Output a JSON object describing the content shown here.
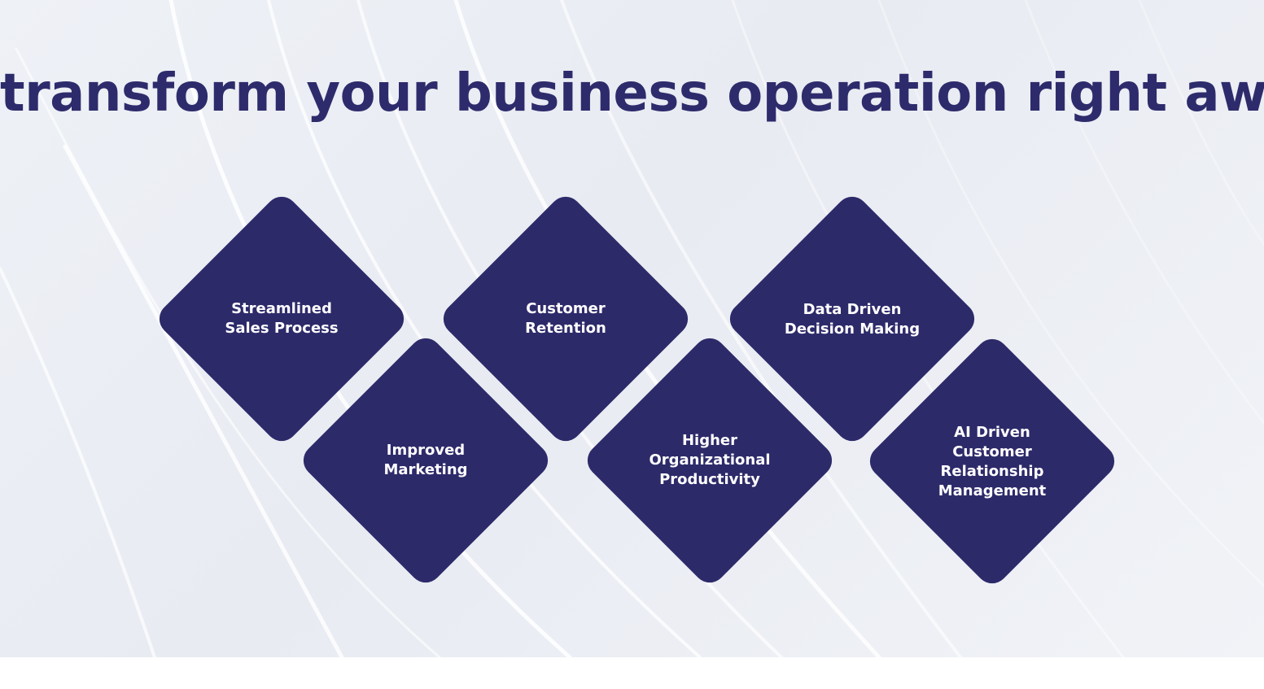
{
  "title": "transform your business operation right away",
  "benefits": [
    {
      "label": "Streamlined\nSales Process"
    },
    {
      "label": "Improved\nMarketing"
    },
    {
      "label": "Customer\nRetention"
    },
    {
      "label": "Higher\nOrganizational\nProductivity"
    },
    {
      "label": "Data Driven\nDecision Making"
    },
    {
      "label": "AI Driven\nCustomer\nRelationship\nManagement"
    }
  ],
  "colors": {
    "title": "#2e2b6c",
    "diamond": "#2d2a6a",
    "label": "#ffffff"
  }
}
